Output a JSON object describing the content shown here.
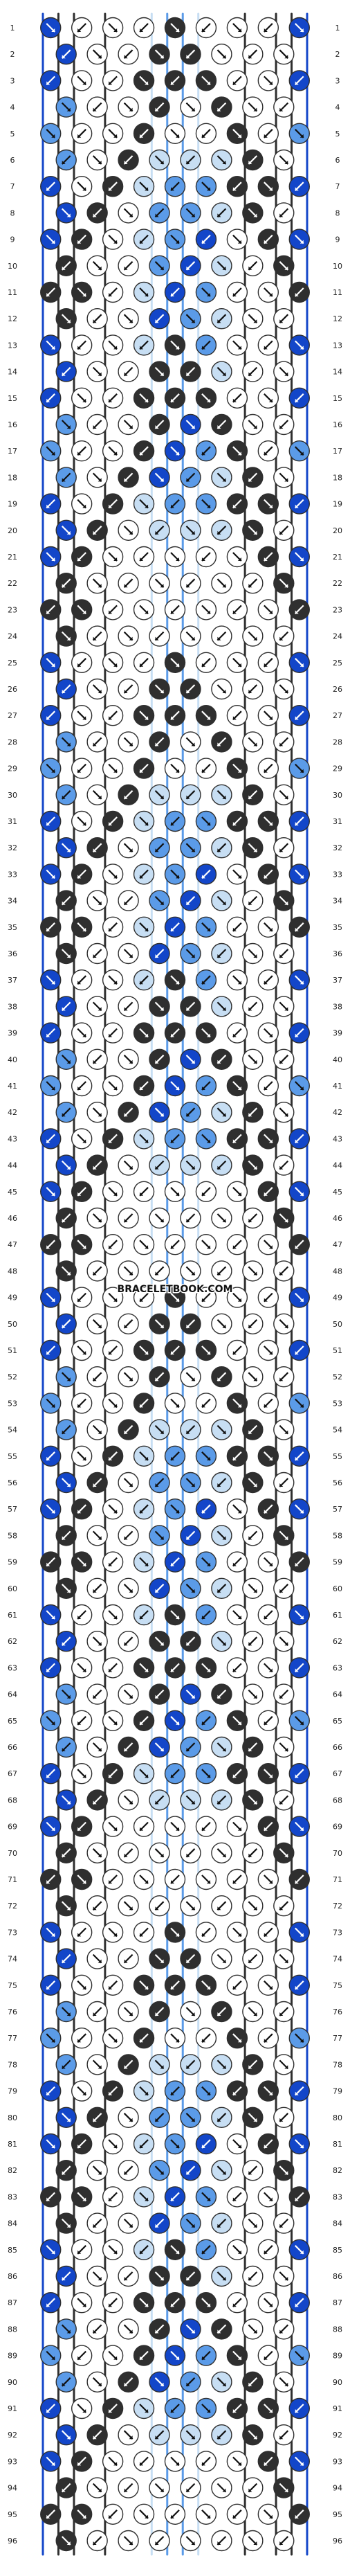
{
  "watermark": "BRACELETBOOK.COM",
  "row_count": 96,
  "string_count": 18,
  "colors": {
    "dark": "#2f2f2f",
    "blue": "#1346c9",
    "mid_blue": "#5b9be8",
    "light_blue": "#c7def3",
    "white": "#ffffff",
    "line": "#8a8a8a"
  },
  "strings": [
    "blue",
    "dark",
    "dark",
    "white",
    "dark",
    "white",
    "white",
    "light_blue",
    "mid_blue",
    "mid_blue",
    "light_blue",
    "white",
    "white",
    "dark",
    "white",
    "dark",
    "dark",
    "blue"
  ],
  "icons": {
    "knot": "circle",
    "arrow_forward": "diagonal-arrow-down-right",
    "arrow_backward": "diagonal-arrow-down-left"
  }
}
